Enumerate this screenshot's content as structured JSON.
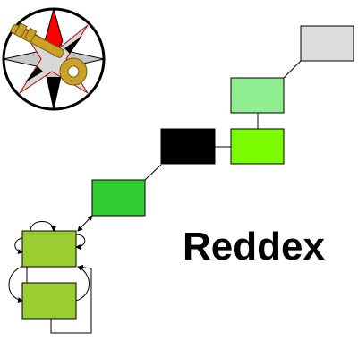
{
  "logo": {
    "icon": "compass-star-key-icon",
    "colors": {
      "ring": "#000000",
      "star_red": "#ff0000",
      "star_grey": "#c8c8c8",
      "key": "#c9a227"
    }
  },
  "title": {
    "text": "Reddex"
  },
  "nodes": [
    {
      "id": "n1",
      "color": "#dcdcdc"
    },
    {
      "id": "n2",
      "color": "#90ee90"
    },
    {
      "id": "n3",
      "color": "#000000"
    },
    {
      "id": "n4",
      "color": "#7cfc00"
    },
    {
      "id": "n5",
      "color": "#32cd32"
    },
    {
      "id": "n6",
      "color": "#9acd32"
    },
    {
      "id": "n7",
      "color": "#9acd32"
    }
  ],
  "edges": [
    {
      "from": "n1",
      "to": "n2"
    },
    {
      "from": "n2",
      "to": "n4"
    },
    {
      "from": "n3",
      "to": "n4"
    },
    {
      "from": "n3",
      "to": "n5"
    },
    {
      "from": "n5",
      "to": "n6",
      "arrow": "both"
    },
    {
      "from": "n6",
      "to": "n6",
      "kind": "self-loop"
    },
    {
      "from": "n6",
      "to": "n7"
    },
    {
      "from": "n7",
      "to": "n6"
    }
  ]
}
